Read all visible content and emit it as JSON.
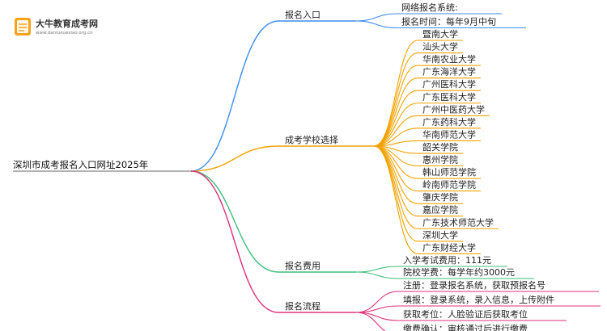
{
  "watermark": {
    "name": "大牛教育成考网",
    "url": "www.daniuxuexiao.org.cn"
  },
  "colors": {
    "blue": "#3b8ef0",
    "orange": "#f4a100",
    "green": "#3bbf7a",
    "magenta": "#e0307a",
    "logo_orange": "#f7a21b"
  },
  "root": "深圳市成考报名入口网址2025年",
  "branches": [
    {
      "label": "报名入口",
      "color": "blue",
      "children": [
        "网络报名系统:",
        "报名时间：每年9月中旬"
      ]
    },
    {
      "label": "成考学校选择",
      "color": "orange",
      "children": [
        "暨南大学",
        "汕头大学",
        "华南农业大学",
        "广东海洋大学",
        "广州医科大学",
        "广东医科大学",
        "广州中医药大学",
        "广东药科大学",
        "华南师范大学",
        "韶关学院",
        "惠州学院",
        "韩山师范学院",
        "岭南师范学院",
        "肇庆学院",
        "嘉应学院",
        "广东技术师范大学",
        "深圳大学",
        "广东财经大学"
      ]
    },
    {
      "label": "报名费用",
      "color": "green",
      "children": [
        "入学考试费用：111元",
        "院校学费：每学年约3000元"
      ]
    },
    {
      "label": "报名流程",
      "color": "magenta",
      "children": [
        "注册：登录报名系统，获取预报名号",
        "填报：登录系统，录入信息，上传附件",
        "获取考位：人脸验证后获取考位",
        "缴费确认：审核通过后进行缴费"
      ]
    }
  ]
}
